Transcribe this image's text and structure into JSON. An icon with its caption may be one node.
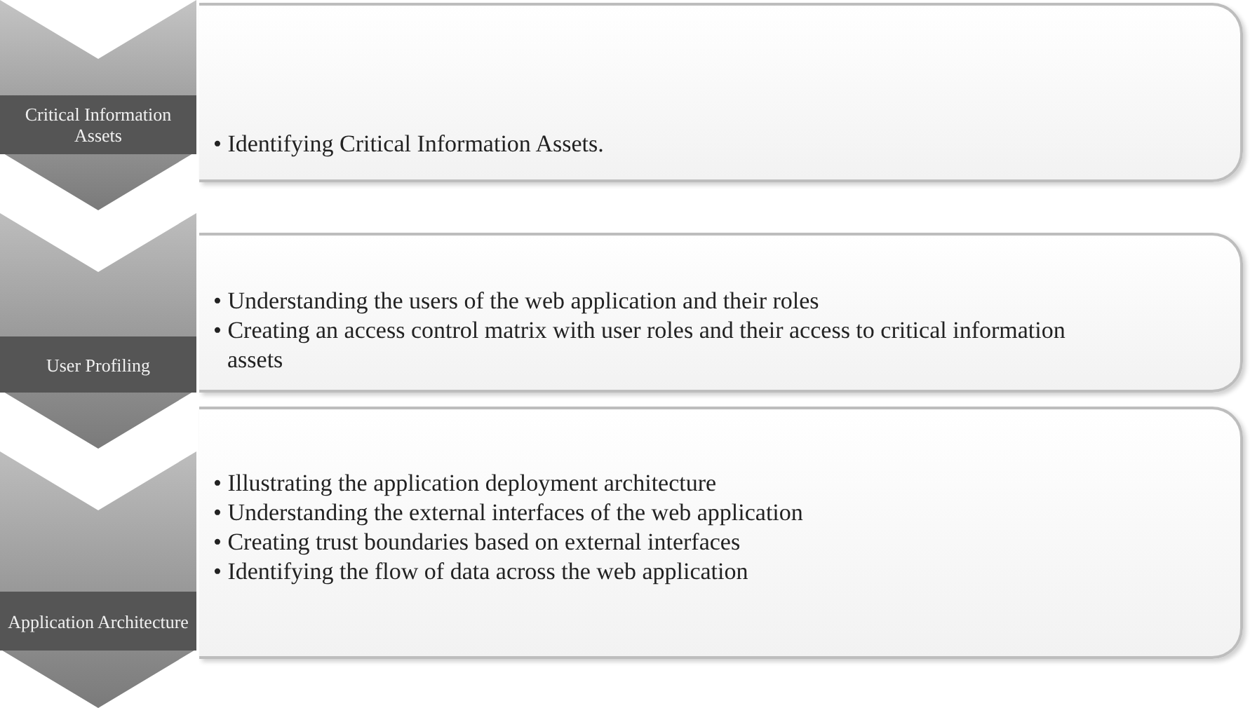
{
  "diagram": {
    "nodes": [
      {
        "text": [
          "Critical Information Assets"
        ]
      },
      {
        "text": [
          "• Identifying Critical Information Assets."
        ]
      },
      {
        "text": [
          "User Profiling"
        ]
      },
      {
        "text": [
          "• Understanding the users of the web application and their roles",
          "• Creating an access control matrix with user roles and their access to critical information assets"
        ]
      },
      {
        "text": [
          "Application Architecture"
        ]
      },
      {
        "text": [
          "• Illustrating the application deployment architecture",
          "• Understanding the external interfaces of the web application",
          "• Creating trust boundaries based on external interfaces",
          "• Identifying the flow of data across the web application"
        ]
      }
    ]
  }
}
